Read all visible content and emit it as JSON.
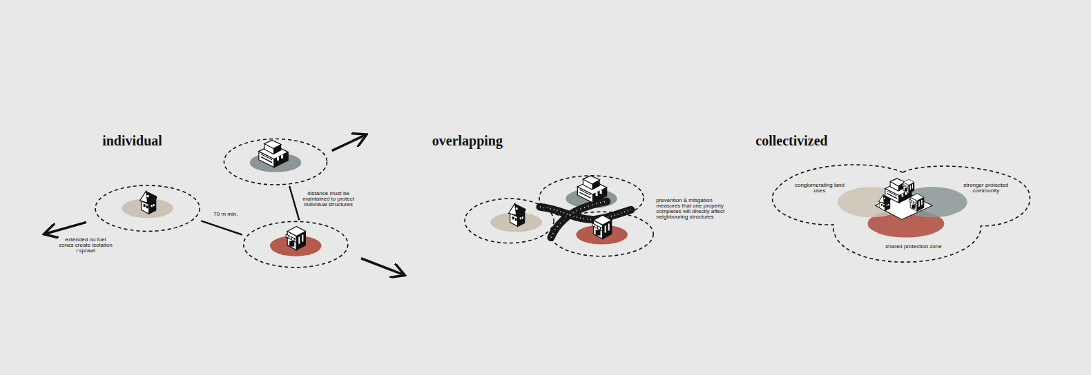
{
  "diagram": {
    "nodes": [
      {
        "text": [
          "conglomerating land uses",
          "stronger protected community",
          "shared protection zone"
        ]
      }
    ],
    "labels": [
      "individual",
      "extended no fuel zones create isolation / sprawl",
      "70 m min.",
      "distance must be maintained to protect individual structures",
      "overlapping",
      "prevention & mitigation measures that one property completes will directly affect neighbouring structures",
      "collectivized"
    ]
  }
}
